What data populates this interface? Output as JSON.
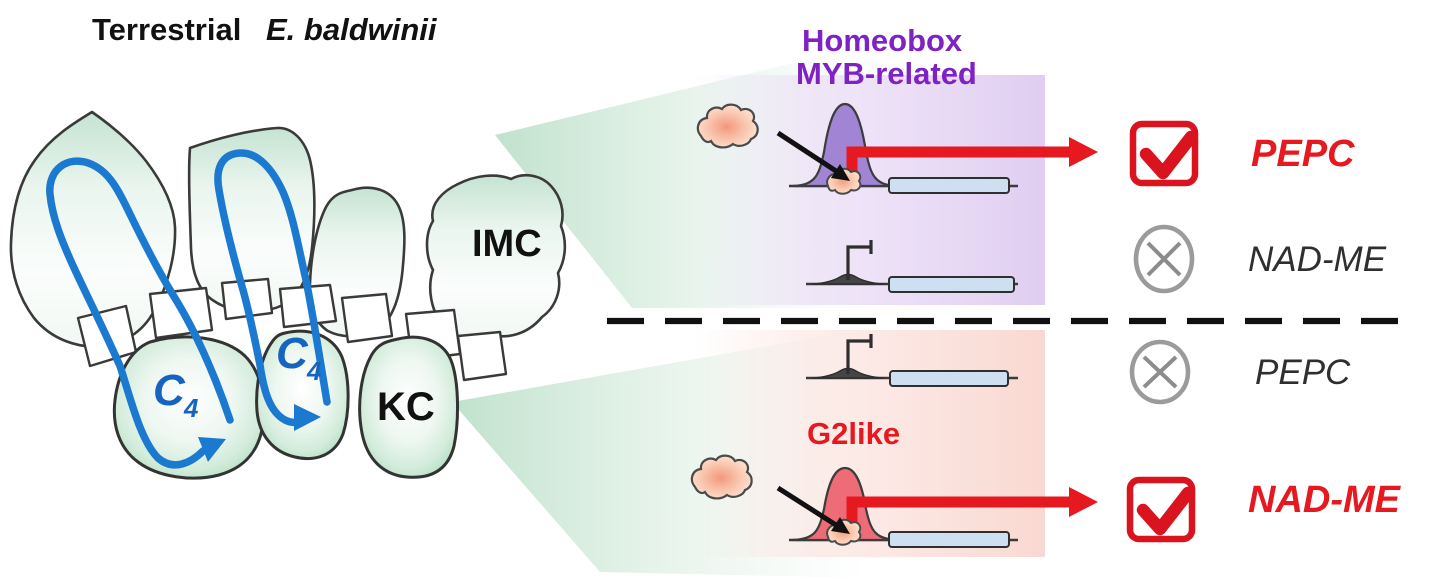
{
  "figure": {
    "title": {
      "prefix": "Terrestrial",
      "species": "E. baldwinii"
    },
    "leaf_anatomy": {
      "imc_label": "IMC",
      "kc_label": "KC",
      "c4_letter": "C",
      "c4_subscript": "4"
    },
    "imc_pathway": {
      "tf_family_line1": "Homeobox",
      "tf_family_line2": "MYB-related",
      "targets": [
        {
          "gene": "PEPC",
          "regulated": true
        },
        {
          "gene": "NAD-ME",
          "regulated": false
        }
      ]
    },
    "kc_pathway": {
      "tf_family": "G2like",
      "targets": [
        {
          "gene": "PEPC",
          "regulated": false
        },
        {
          "gene": "NAD-ME",
          "regulated": true
        }
      ]
    },
    "colors": {
      "purple_label": "#7e22c3",
      "red_accent": "#e5191f",
      "blue_flow": "#1b7ad0",
      "c4_text_blue": "#1565c0",
      "inactive_gray": "#9b9b9b",
      "purple_peak": "#a184d4",
      "red_peak": "#ee6b78",
      "gene_body_fill": "#cfdff2",
      "kranz_green_edge": "#a9d9ba",
      "panel_purple": "#e0cdf1",
      "panel_pink": "#f9d8d1"
    }
  }
}
